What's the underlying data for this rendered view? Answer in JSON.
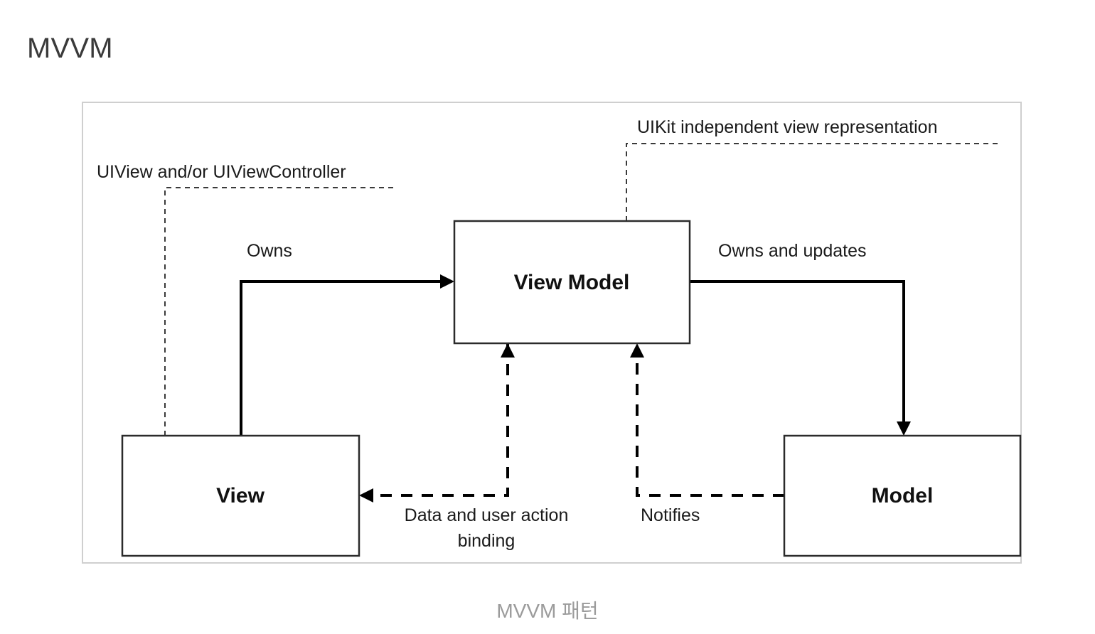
{
  "page": {
    "title": "MVVM",
    "caption": "MVVM 패턴"
  },
  "colors": {
    "title_text": "#3a3a3a",
    "frame_border": "#cfcfcf",
    "node_border": "#2b2b2b",
    "node_text": "#111111",
    "edge_stroke": "#000000",
    "callout_stroke": "#3a3a3a",
    "caption_text": "#9b9b9b",
    "background": "#ffffff"
  },
  "diagram": {
    "nodes": [
      {
        "id": "view-model",
        "label": "View Model"
      },
      {
        "id": "view",
        "label": "View"
      },
      {
        "id": "model",
        "label": "Model"
      }
    ],
    "edges": [
      {
        "id": "owns",
        "label": "Owns",
        "from": "view",
        "to": "view-model",
        "style": "solid"
      },
      {
        "id": "owns-and-updates",
        "label": "Owns and updates",
        "from": "view-model",
        "to": "model",
        "style": "solid"
      },
      {
        "id": "data-binding",
        "label_line1": "Data and user action",
        "label_line2": "binding",
        "from": "view-model",
        "to": "view",
        "style": "dashed"
      },
      {
        "id": "notifies",
        "label": "Notifies",
        "from": "model",
        "to": "view-model",
        "style": "dashed"
      }
    ],
    "callouts": [
      {
        "id": "uiview-callout",
        "label": "UIView and/or UIViewController",
        "target": "view"
      },
      {
        "id": "uikit-callout",
        "label": "UIKit independent view representation",
        "target": "view-model"
      }
    ]
  }
}
